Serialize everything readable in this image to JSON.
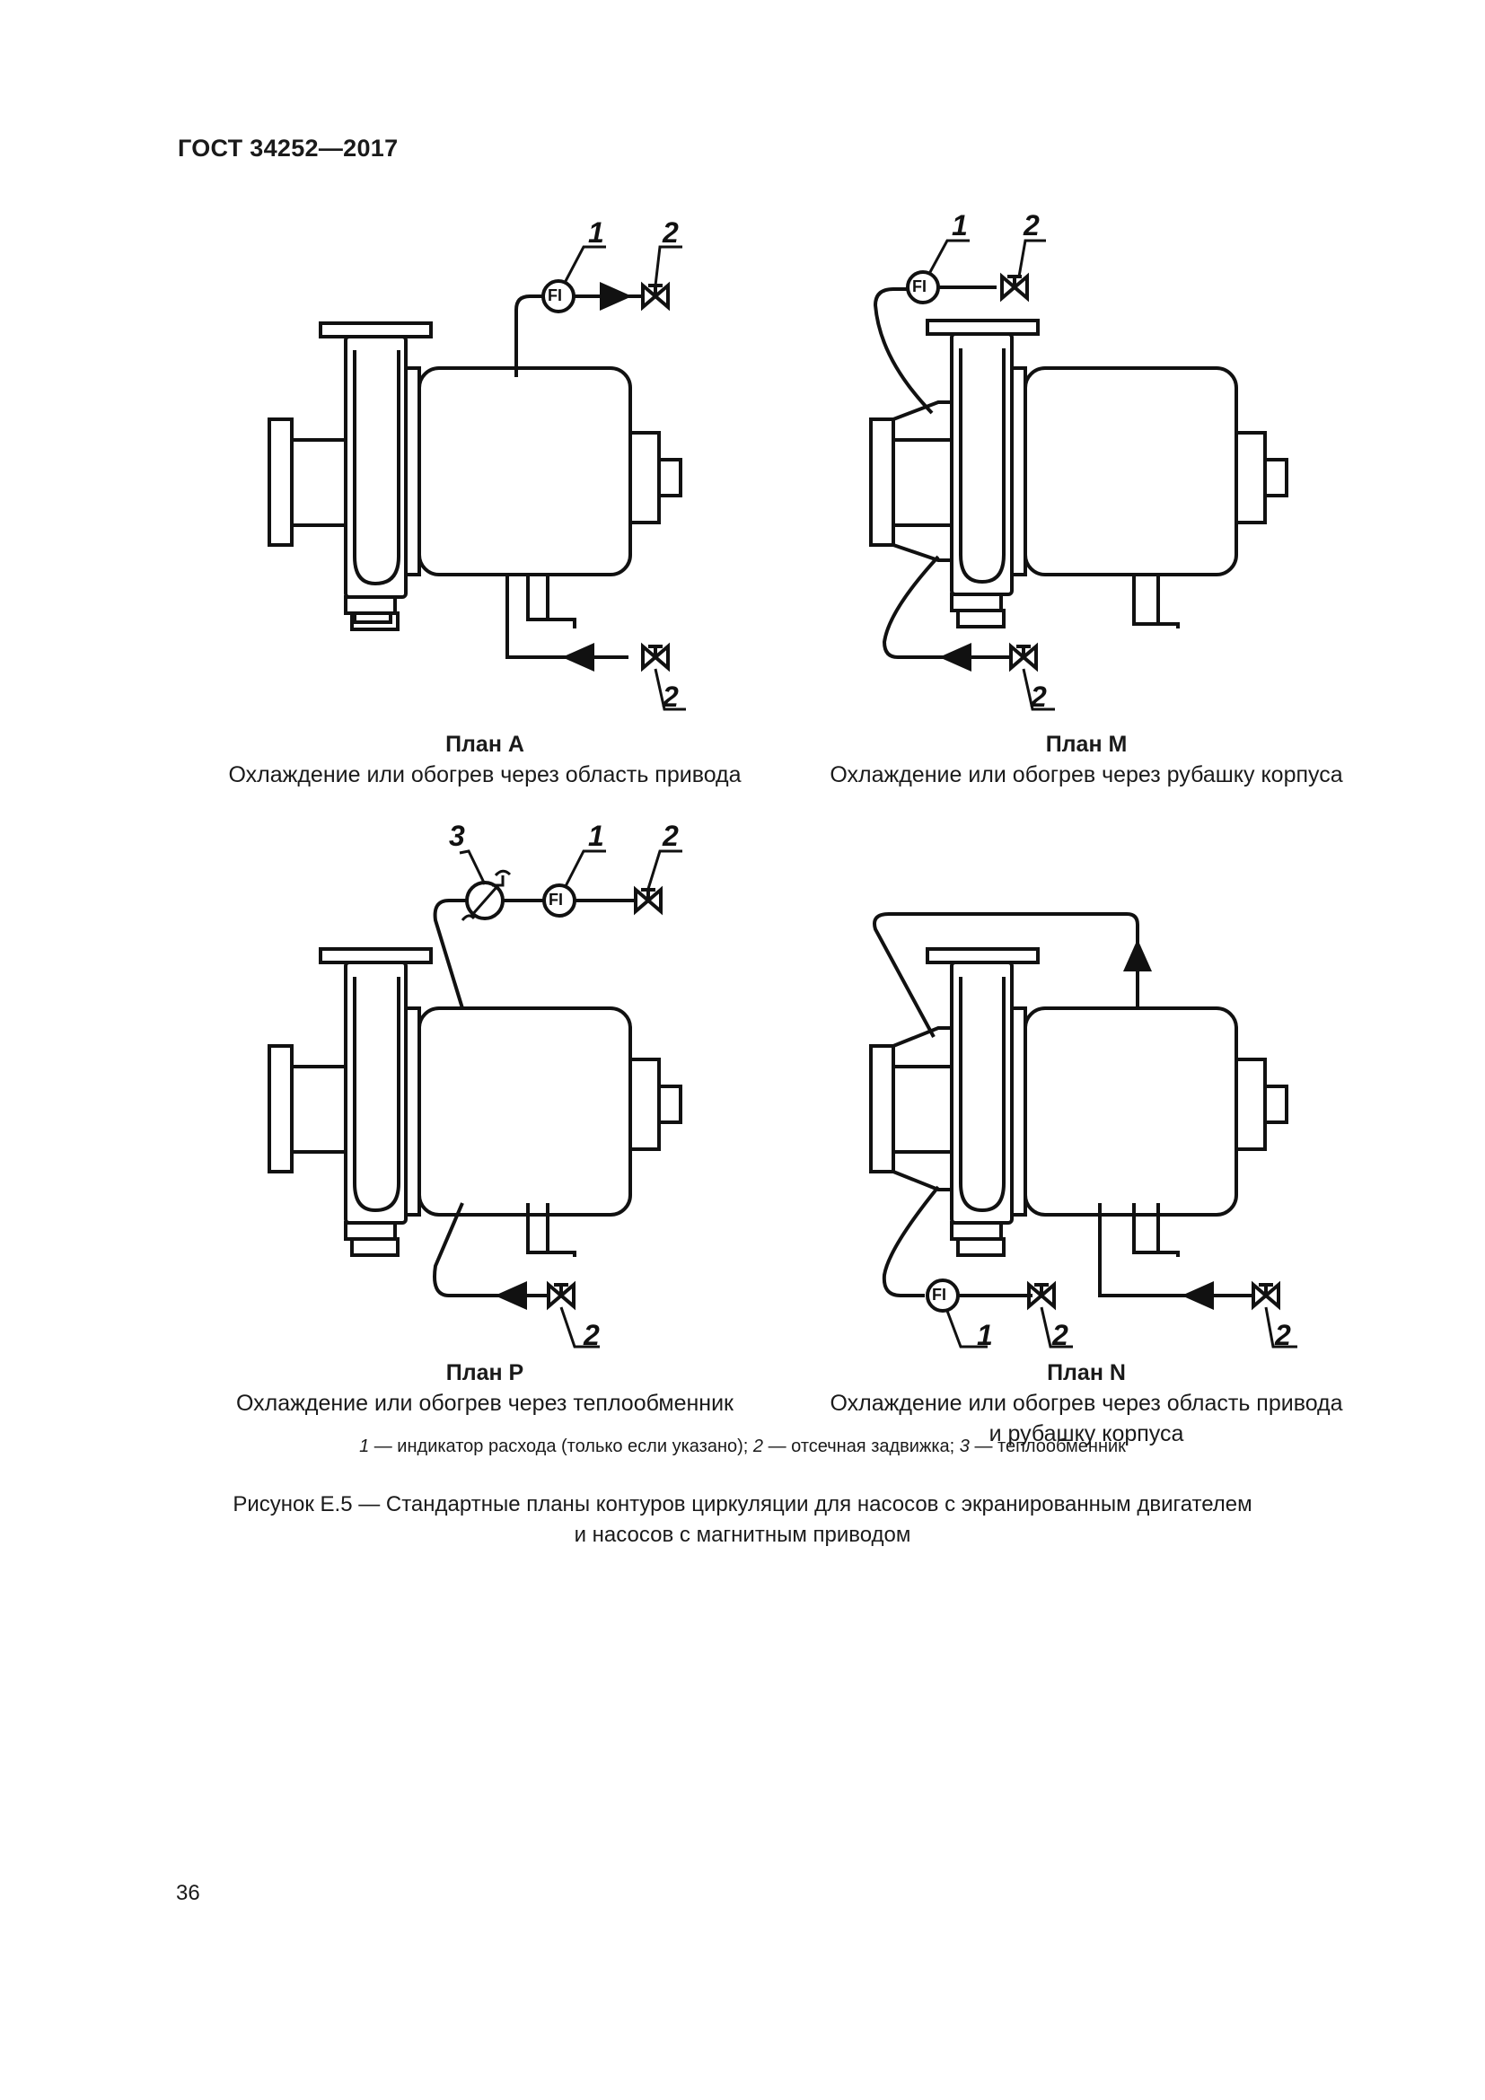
{
  "header": {
    "doc_id": "ГОСТ 34252—2017"
  },
  "diagrams": {
    "plan_a": {
      "title": "План А",
      "subtitle": "Охлаждение или обогрев через область привода"
    },
    "plan_m": {
      "title": "План М",
      "subtitle": "Охлаждение или обогрев через рубашку корпуса"
    },
    "plan_p": {
      "title": "План Р",
      "subtitle": "Охлаждение или обогрев через теплообменник"
    },
    "plan_n": {
      "title": "План N",
      "subtitle_1": "Охлаждение или обогрев через область привода",
      "subtitle_2": "и рубашку корпуса"
    }
  },
  "markers": {
    "one": "1",
    "two": "2",
    "three": "3",
    "fi": "FI"
  },
  "legend": {
    "n1": "1",
    "t1": " — индикатор расхода (только если указано); ",
    "n2": "2",
    "t2": " — отсечная задвижка; ",
    "n3": "3",
    "t3": " — теплообменник"
  },
  "figure_caption": {
    "line1": "Рисунок Е.5 — Стандартные планы контуров циркуляции для насосов с экранированным двигателем",
    "line2": "и насосов с магнитным приводом"
  },
  "footer": {
    "page_number": "36"
  }
}
